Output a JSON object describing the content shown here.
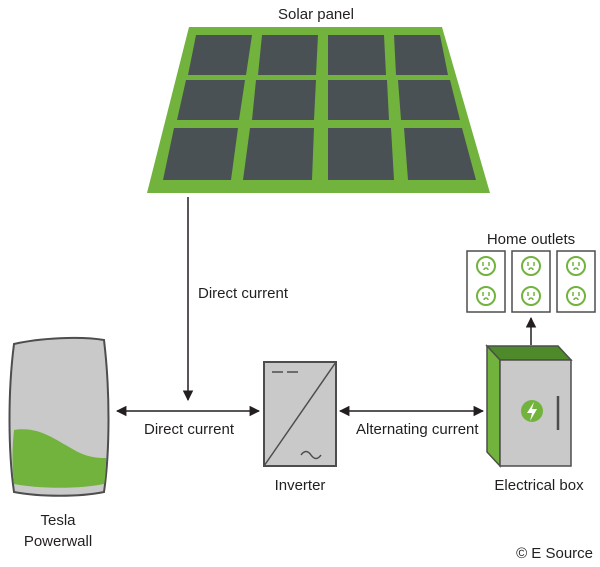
{
  "labels": {
    "solar_panel": "Solar panel",
    "home_outlets": "Home outlets",
    "direct_current_vertical": "Direct current",
    "direct_current_horizontal": "Direct current",
    "alternating_current": "Alternating current",
    "inverter": "Inverter",
    "electrical_box": "Electrical box",
    "powerwall_line1": "Tesla",
    "powerwall_line2": "Powerwall",
    "copyright": "© E Source"
  },
  "colors": {
    "green": "#72b33e",
    "dark_green": "#4f8a2a",
    "cell_gray": "#4a5155",
    "device_gray": "#c9c9c9",
    "outline": "#4d4d4d",
    "text": "#231f20"
  },
  "icons": {
    "electrical_box": "lightning-bolt-icon",
    "outlets": "outlet-icon"
  }
}
